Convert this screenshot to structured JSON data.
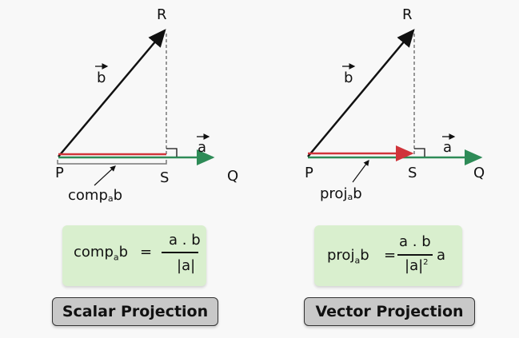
{
  "left": {
    "R": "R",
    "b": "b",
    "a": "a",
    "P": "P",
    "S": "S",
    "Q": "Q",
    "comp": "comp",
    "sub": "a",
    "b2": "b",
    "formula": {
      "lhs": "comp",
      "sub": "a",
      "lhs_b": "b",
      "eq": "=",
      "num": "a . b",
      "den": "|a|"
    },
    "title": "Scalar Projection"
  },
  "right": {
    "R": "R",
    "b": "b",
    "a": "a",
    "P": "P",
    "S": "S",
    "Q": "Q",
    "proj": "proj",
    "sub": "a",
    "b2": "b",
    "formula": {
      "lhs": "proj",
      "sub": "a",
      "lhs_b": "b",
      "eq": "=",
      "num": "a . b",
      "den": "|a|",
      "sup": "2",
      "tail": "a"
    },
    "title": "Vector Projection"
  },
  "colors": {
    "green": "#2e8b57",
    "red": "#d0343a",
    "box": "#d9efce",
    "tag": "#c8c8c8"
  }
}
